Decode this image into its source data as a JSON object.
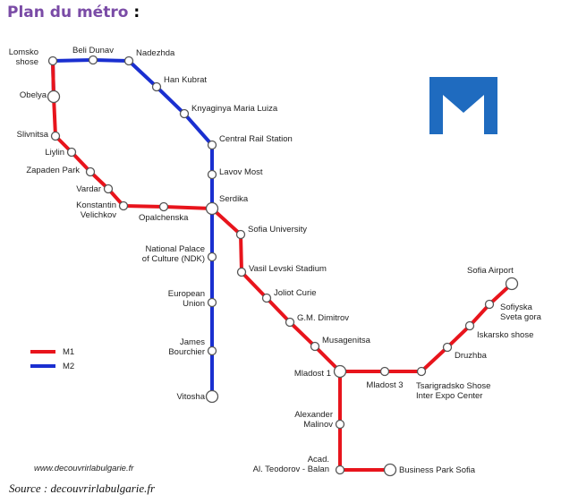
{
  "heading": {
    "title": "Plan du métro",
    "colon": ":"
  },
  "source": "Source : decouvrirlabulgarie.fr",
  "website": "www.decouvrirlabulgarie.fr",
  "colors": {
    "m1": "#e8141c",
    "m2": "#1a2fd0",
    "logo": "#1f6bbf"
  },
  "legend": [
    {
      "line": "m1",
      "label": "M1"
    },
    {
      "line": "m2",
      "label": "M2"
    }
  ],
  "lines": {
    "m1": [
      "Lomsko shose",
      "Obelya",
      "Slivnitsa",
      "Liylin",
      "Zapaden Park",
      "Vardar",
      "Konstantin Velichkov",
      "Opalchenska",
      "Serdika",
      "Sofia University",
      "Vasil Levski Stadium",
      "Joliot Curie",
      "G.M. Dimitrov",
      "Musagenitsa",
      "Mladost 1",
      "Mladost 3",
      "Tsarigradsko Shose",
      "Druzhba",
      "Iskarsko shose",
      "Sofiyska Sveta gora",
      "Sofia Airport"
    ],
    "m1_branch": [
      "Mladost 1",
      "Alexander Malinov",
      "Acad. Al. Teodorov - Balan",
      "Business Park Sofia"
    ],
    "m2": [
      "Obelya",
      "Lomsko shose",
      "Beli Dunav",
      "Nadezhda",
      "Han Kubrat",
      "Knyaginya Maria Luiza",
      "Central Rail Station",
      "Lavov Most",
      "Serdika",
      "National Palace of Culture (NDK)",
      "European Union",
      "James Bourchier",
      "Vitosha"
    ]
  },
  "stations": [
    {
      "name": "Lomsko shose",
      "lines": [
        "Lomsko",
        "shose"
      ]
    },
    {
      "name": "Beli Dunav",
      "lines": [
        "Beli Dunav"
      ]
    },
    {
      "name": "Nadezhda",
      "lines": [
        "Nadezhda"
      ]
    },
    {
      "name": "Han Kubrat",
      "lines": [
        "Han Kubrat"
      ]
    },
    {
      "name": "Knyaginya Maria Luiza",
      "lines": [
        "Knyaginya Maria Luiza"
      ]
    },
    {
      "name": "Central Rail Station",
      "lines": [
        "Central Rail Station"
      ]
    },
    {
      "name": "Lavov Most",
      "lines": [
        "Lavov Most"
      ]
    },
    {
      "name": "Serdika",
      "lines": [
        "Serdika"
      ]
    },
    {
      "name": "Obelya",
      "lines": [
        "Obelya"
      ]
    },
    {
      "name": "Slivnitsa",
      "lines": [
        "Slivnitsa"
      ]
    },
    {
      "name": "Liylin",
      "lines": [
        "Liylin"
      ]
    },
    {
      "name": "Zapaden Park",
      "lines": [
        "Zapaden Park"
      ]
    },
    {
      "name": "Vardar",
      "lines": [
        "Vardar"
      ]
    },
    {
      "name": "Konstantin Velichkov",
      "lines": [
        "Konstantin",
        "Velichkov"
      ]
    },
    {
      "name": "Opalchenska",
      "lines": [
        "Opalchenska"
      ]
    },
    {
      "name": "Sofia University",
      "lines": [
        "Sofia University"
      ]
    },
    {
      "name": "National Palace of Culture (NDK)",
      "lines": [
        "National Palace",
        "of Culture (NDK)"
      ]
    },
    {
      "name": "Vasil Levski Stadium",
      "lines": [
        "Vasil Levski Stadium"
      ]
    },
    {
      "name": "European Union",
      "lines": [
        "European",
        "Union"
      ]
    },
    {
      "name": "Joliot Curie",
      "lines": [
        "Joliot Curie"
      ]
    },
    {
      "name": "G.M. Dimitrov",
      "lines": [
        "G.M. Dimitrov"
      ]
    },
    {
      "name": "James Bourchier",
      "lines": [
        "James",
        "Bourchier"
      ]
    },
    {
      "name": "Musagenitsa",
      "lines": [
        "Musagenitsa"
      ]
    },
    {
      "name": "Vitosha",
      "lines": [
        "Vitosha"
      ]
    },
    {
      "name": "Mladost 1",
      "lines": [
        "Mladost 1"
      ]
    },
    {
      "name": "Mladost 3",
      "lines": [
        "Mladost 3"
      ]
    },
    {
      "name": "Tsarigradsko Shose",
      "lines": [
        "Tsarigradsko Shose",
        "Inter Expo Center"
      ]
    },
    {
      "name": "Druzhba",
      "lines": [
        "Druzhba"
      ]
    },
    {
      "name": "Iskarsko shose",
      "lines": [
        "Iskarsko shose"
      ]
    },
    {
      "name": "Sofiyska Sveta gora",
      "lines": [
        "Sofiyska",
        "Sveta gora"
      ]
    },
    {
      "name": "Sofia Airport",
      "lines": [
        "Sofia Airport"
      ]
    },
    {
      "name": "Alexander Malinov",
      "lines": [
        "Alexander",
        "Malinov"
      ]
    },
    {
      "name": "Acad. Al. Teodorov - Balan",
      "lines": [
        "Acad.",
        "Al. Teodorov - Balan"
      ]
    },
    {
      "name": "Business Park Sofia",
      "lines": [
        "Business Park Sofia"
      ]
    }
  ],
  "logo_icon": "metro-m-logo-icon"
}
